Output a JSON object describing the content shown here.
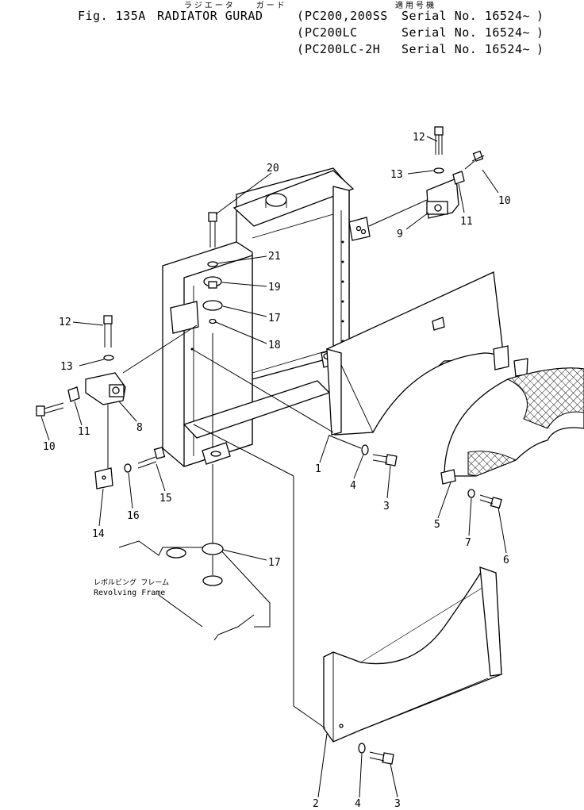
{
  "header": {
    "kana_title": "ラジエータ　　ガード",
    "kana_models": "適用号機",
    "fig_no": "Fig. 135A",
    "title": "RADIATOR GURAD",
    "models": [
      {
        "model": "PC200,200SS",
        "serial": "Serial No. 16524~"
      },
      {
        "model": "PC200LC",
        "serial": "Serial No. 16524~"
      },
      {
        "model": "PC200LC-2H",
        "serial": "Serial No. 16524~"
      }
    ]
  },
  "labels": {
    "frame_jp": "レボルビング フレーム",
    "frame_en": "Revolving Frame"
  },
  "callouts": [
    "12",
    "13",
    "10",
    "11",
    "9",
    "20",
    "21",
    "19",
    "17",
    "18",
    "12",
    "13",
    "8",
    "10",
    "11",
    "1",
    "4",
    "3",
    "5",
    "7",
    "6",
    "15",
    "16",
    "14",
    "17",
    "2",
    "4",
    "3"
  ]
}
